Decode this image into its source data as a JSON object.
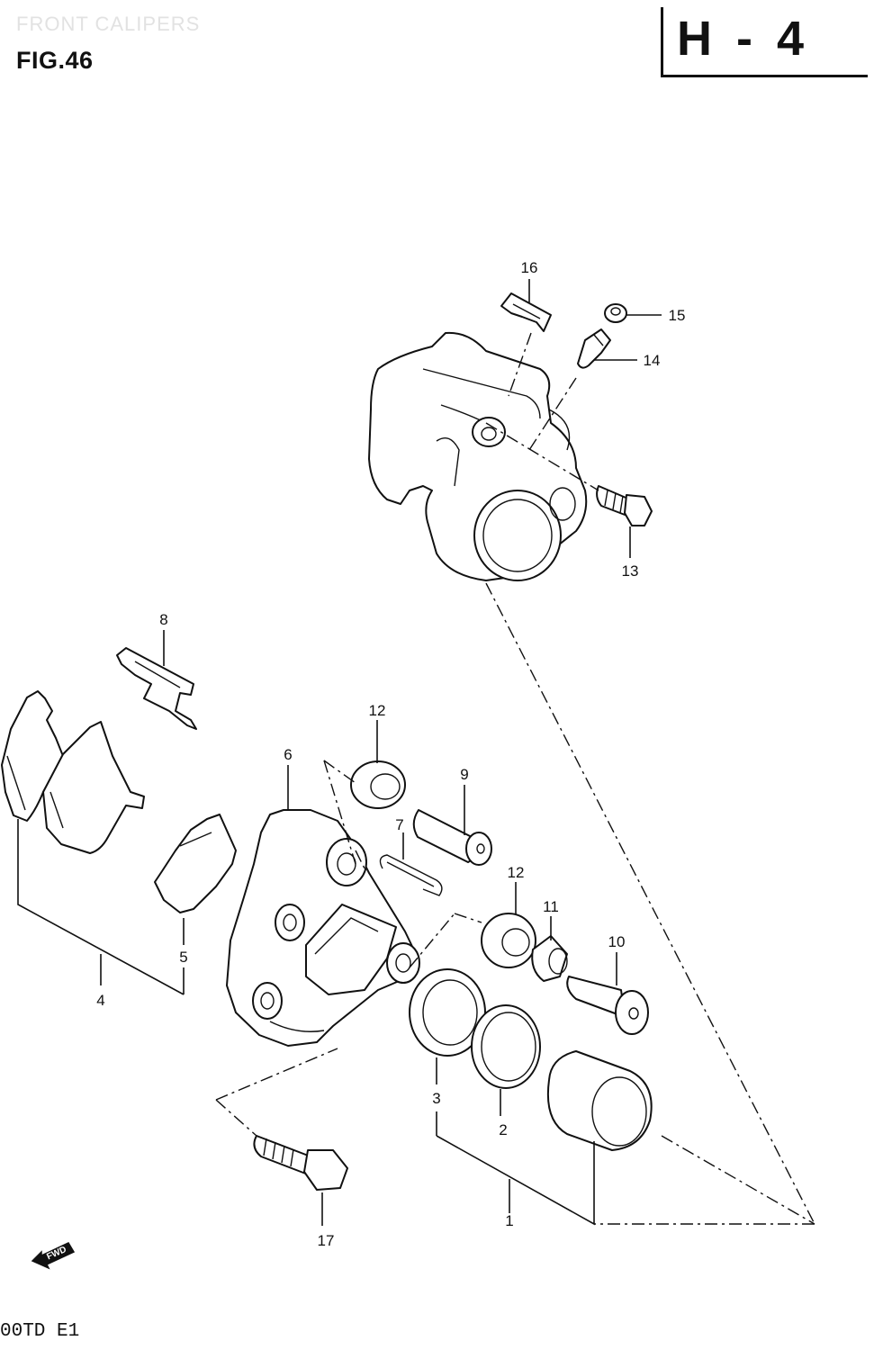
{
  "header": {
    "faint_title": "FRONT CALIPERS",
    "figure": "FIG.46",
    "section": "H - 4"
  },
  "footer": {
    "model_code": "00TD E1",
    "fwd_badge": "FWD"
  },
  "callouts": {
    "p1": "1",
    "p2": "2",
    "p3": "3",
    "p4": "4",
    "p5": "5",
    "p6": "6",
    "p7": "7",
    "p8": "8",
    "p9": "9",
    "p10": "10",
    "p11": "11",
    "p12a": "12",
    "p12b": "12",
    "p13": "13",
    "p14": "14",
    "p15": "15",
    "p16": "16",
    "p17": "17"
  }
}
